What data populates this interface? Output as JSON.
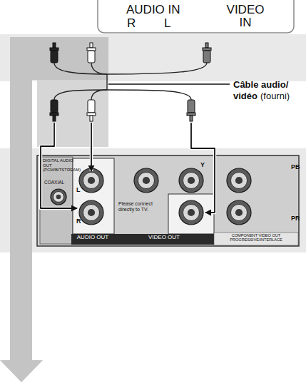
{
  "diagram": {
    "nodes": [
      {
        "text": [
          "AUDIO IN",
          "R",
          "L",
          "VIDEO IN"
        ]
      },
      {
        "text": [
          "DIGITAL AUDIO OUT (PCM/BITSTREAM)",
          "COAXIAL",
          "L",
          "R",
          "AUDIO OUT",
          "Please connect directly to TV.",
          "VIDEO OUT",
          "COMPONENT VIDEO OUT PROGRESSIVE/INTERLACE",
          "Y",
          "PB",
          "PR"
        ]
      }
    ],
    "labels": [
      "Câble audio/ vidéo",
      "(fourni)"
    ]
  }
}
